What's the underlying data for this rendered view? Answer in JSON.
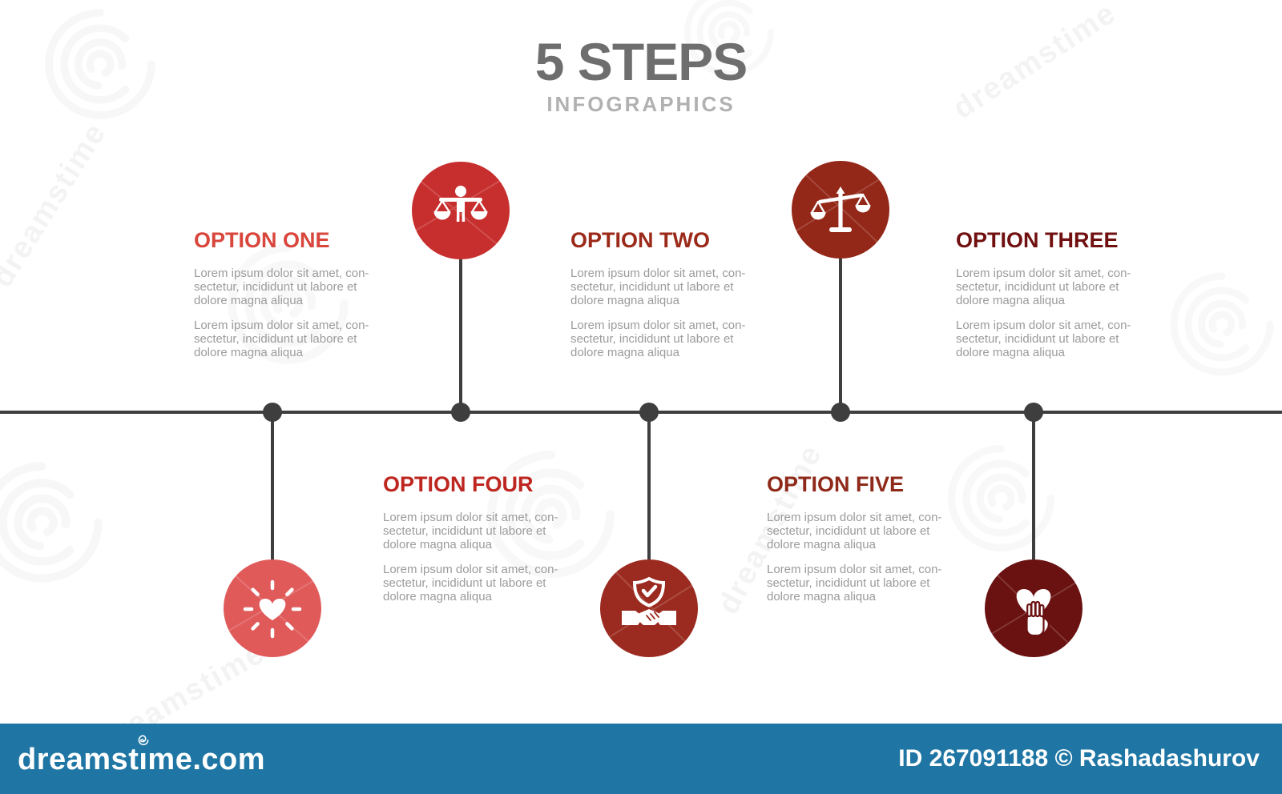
{
  "header": {
    "title": "5 STEPS",
    "subtitle": "INFOGRAPHICS",
    "title_color": "#6E6E6E",
    "subtitle_color": "#B1B1B1"
  },
  "lorem": {
    "line1": "Lorem ipsum dolor sit amet, con-",
    "line2": "sectetur, incididunt ut labore et",
    "line3": "dolore magna aliqua"
  },
  "steps": [
    {
      "label": "OPTION ONE",
      "color": "#D8463C"
    },
    {
      "label": "OPTION TWO",
      "color": "#9B2A1A"
    },
    {
      "label": "OPTION THREE",
      "color": "#711010"
    },
    {
      "label": "OPTION FOUR",
      "color": "#BE2620"
    },
    {
      "label": "OPTION FIVE",
      "color": "#8F2A1A"
    }
  ],
  "icons": [
    {
      "name": "shining-heart-icon",
      "color": "#E05A5A"
    },
    {
      "name": "person-holding-scales-icon",
      "color": "#C72F2E"
    },
    {
      "name": "shield-check-handshake-icon",
      "color": "#9B2B20"
    },
    {
      "name": "justice-scales-icon",
      "color": "#932718"
    },
    {
      "name": "hand-over-heart-icon",
      "color": "#6A1111"
    }
  ],
  "timeline": {
    "color": "#3E3E3E"
  },
  "footer": {
    "bar_color": "#1F76A4",
    "brand": "dreamstime.com",
    "brand_pre": "dreamst",
    "brand_i": "ı",
    "brand_post": "me.com",
    "credit": "ID 267091188 © Rashadashurov"
  },
  "watermark": {
    "text": "dreamstime"
  }
}
